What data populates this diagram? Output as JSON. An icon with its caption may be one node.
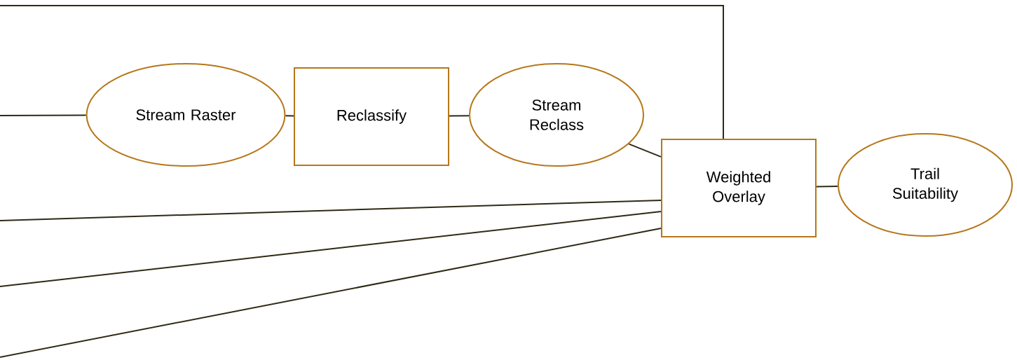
{
  "diagram": {
    "nodes": [
      {
        "text": [
          "Stream Raster"
        ]
      },
      {
        "text": [
          "Reclassify"
        ]
      },
      {
        "text": [
          "Stream Reclass"
        ]
      },
      {
        "text": [
          "Weighted Overlay"
        ]
      },
      {
        "text": [
          "Trail Suitability"
        ]
      }
    ],
    "edges": [
      {
        "from": null,
        "to": 0,
        "arrow": "none"
      },
      {
        "from": 0,
        "to": 1,
        "arrow": "none"
      },
      {
        "from": 1,
        "to": 2,
        "arrow": "none"
      },
      {
        "from": 2,
        "to": 3,
        "arrow": "none"
      },
      {
        "from": null,
        "to": 3,
        "arrow": "none"
      },
      {
        "from": null,
        "to": 3,
        "arrow": "none"
      },
      {
        "from": null,
        "to": 3,
        "arrow": "none"
      },
      {
        "from": null,
        "to": 3,
        "arrow": "none"
      },
      {
        "from": 3,
        "to": 4,
        "arrow": "none"
      }
    ]
  }
}
